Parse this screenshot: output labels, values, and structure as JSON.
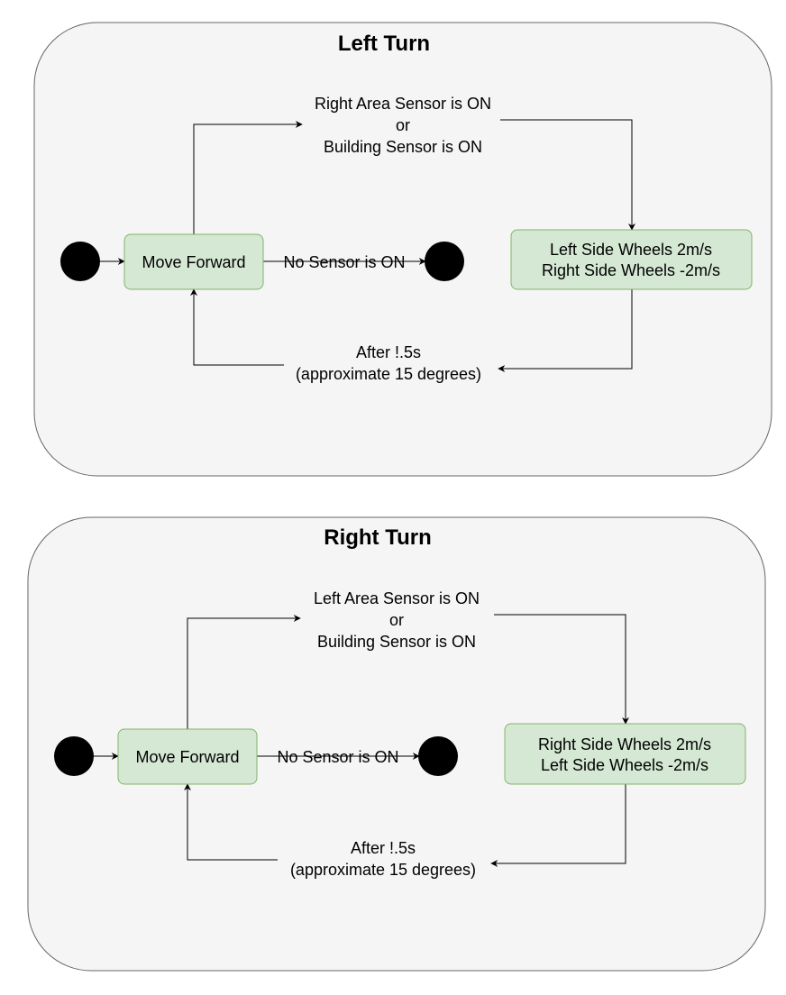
{
  "diagrams": [
    {
      "title": "Left Turn",
      "forward_state": "Move Forward",
      "turn_state": [
        "Left Side Wheels 2m/s",
        "Right Side Wheels -2m/s"
      ],
      "trigger_label": [
        "Right Area Sensor is ON",
        "or",
        "Building Sensor is ON"
      ],
      "stop_label": "No Sensor is ON",
      "return_label": [
        "After !.5s",
        "(approximate 15 degrees)"
      ]
    },
    {
      "title": "Right Turn",
      "forward_state": "Move Forward",
      "turn_state": [
        "Right Side Wheels 2m/s",
        "Left Side Wheels -2m/s"
      ],
      "trigger_label": [
        "Left Area Sensor is ON",
        "or",
        "Building Sensor is ON"
      ],
      "stop_label": "No Sensor is ON",
      "return_label": [
        "After !.5s",
        "(approximate 15 degrees)"
      ]
    }
  ],
  "colors": {
    "container_fill": "#f5f5f5",
    "container_stroke": "#666666",
    "state_fill": "#d5e8d4",
    "state_stroke": "#82b366",
    "node_fill": "#000000"
  }
}
